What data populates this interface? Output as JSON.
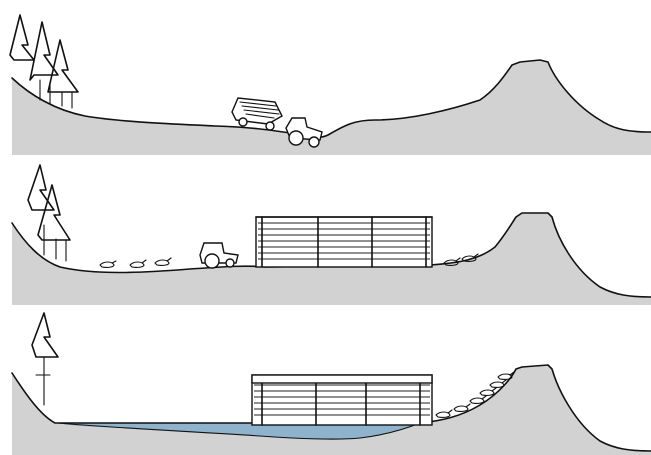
{
  "colors": {
    "ground": "#d2d2d2",
    "ink": "#111111",
    "water": "#8fb3cc",
    "background": "#ffffff"
  },
  "panels": [
    {
      "stage": 1,
      "elements": [
        "pine-trees",
        "dump-truck-with-logs",
        "tractor",
        "valley-terrain",
        "mountain-peak"
      ]
    },
    {
      "stage": 2,
      "elements": [
        "pine-trees",
        "sheep-flock",
        "tractor",
        "wooden-dam-structure",
        "sheep-on-slope",
        "mountain-peak"
      ]
    },
    {
      "stage": 3,
      "elements": [
        "pine-tree",
        "reservoir-water",
        "roofed-dam-structure",
        "sheep-herd-on-slope",
        "mountain-peak"
      ]
    }
  ]
}
